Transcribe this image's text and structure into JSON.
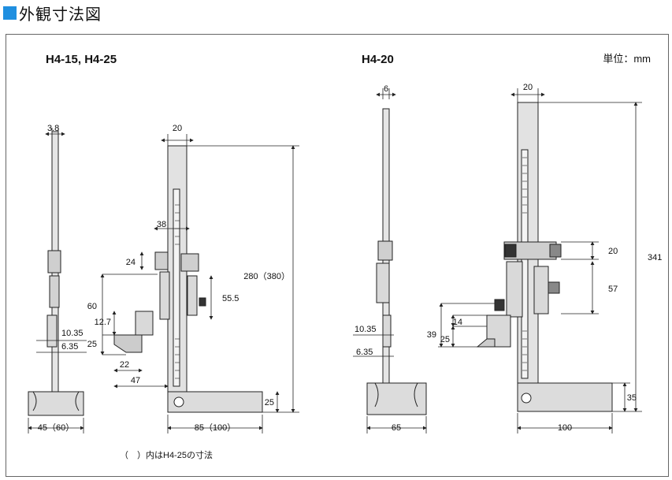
{
  "header": {
    "title": "外観寸法図"
  },
  "unit_label": "単位：mm",
  "models": {
    "left": "H4-15, H4-25",
    "right": "H4-20"
  },
  "footnote": "（　）内はH4-25の寸法",
  "left_views": {
    "side_width": "3.8",
    "side_10_35": "10.35",
    "side_6_35": "6.35",
    "base_width": "45（60）",
    "front_top_width": "20",
    "front_38": "38",
    "front_24": "24",
    "front_60": "60",
    "front_12_7": "12.7",
    "front_25": "25",
    "front_22": "22",
    "front_47": "47",
    "front_55_5": "55.5",
    "front_height": "280（380）",
    "front_base_h": "25",
    "front_base_w": "85（100）"
  },
  "right_views": {
    "side_width": "6",
    "side_10_35": "10.35",
    "side_6_35": "6.35",
    "base_width": "65",
    "front_top_width": "20",
    "front_20": "20",
    "front_57": "57",
    "front_39": "39",
    "front_25": "25",
    "front_14": "14",
    "front_height": "341",
    "front_base_h": "35",
    "front_base_w": "100"
  },
  "colors": {
    "accent": "#1f8fe0",
    "part_fill": "#d9d9d9",
    "line": "#222222"
  }
}
